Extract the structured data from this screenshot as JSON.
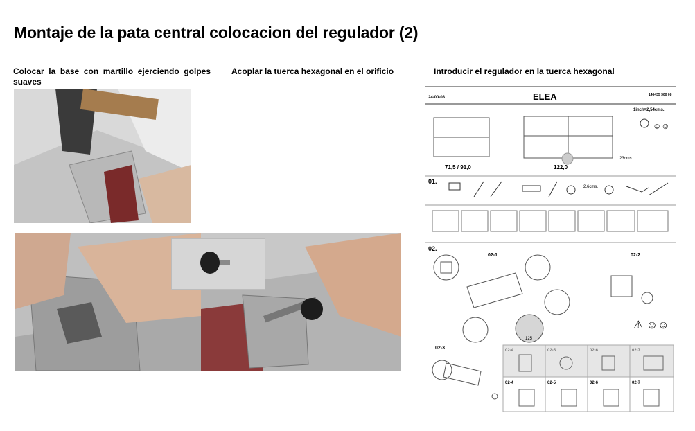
{
  "page": {
    "title": "Montaje de la pata central colocacion del regulador (2)",
    "captions": [
      "Colocar la base con martillo ejerciendo golpes suaves",
      "Acoplar la tuerca hexagonal en el orificio",
      "Introducir el regulador en la tuerca hexagonal"
    ]
  },
  "manual": {
    "code_left": "24-00-08",
    "brand": "ELEA",
    "code_right": "146435 300 08",
    "unit_note": "1inch=2,54cms.",
    "width_left": "71,5 / 91,0",
    "width_right": "122,0",
    "height_note": "23cms.",
    "step1": "01.",
    "step1_tool_note": "2,6cms.",
    "step2": "02.",
    "sub_a": "02-1",
    "sub_b": "02-2",
    "sub_c": "02-3",
    "sub_d": "02-4",
    "sub_e": "02-5",
    "sub_f": "02-6",
    "sub_g": "02-7",
    "round_label": "125"
  }
}
